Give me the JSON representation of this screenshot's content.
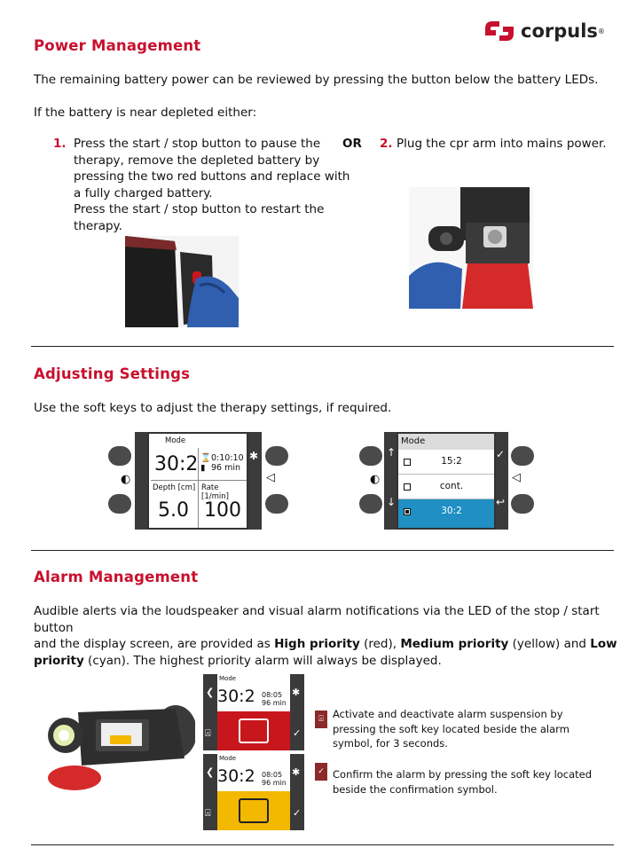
{
  "logo": {
    "text": "corpuls",
    "reg": "®"
  },
  "power": {
    "heading": "Power Management",
    "intro": "The remaining battery power can be reviewed by pressing the button below the battery LEDs.",
    "condition": "If the battery is near depleted either:",
    "step1_num": "1.",
    "step1_lines": [
      "Press the start / stop button to pause the",
      "therapy, remove the depleted battery by",
      "pressing the two red buttons and replace with",
      "a fully charged battery.",
      "Press the start / stop button to restart the therapy."
    ],
    "or": "OR",
    "step2_num": "2.",
    "step2": "Plug the cpr arm into mains power."
  },
  "settings": {
    "heading": "Adjusting Settings",
    "intro": "Use the soft keys to adjust the therapy settings, if required.",
    "screen1": {
      "mode_label": "Mode",
      "mode_value": "30:2",
      "timer": "0:10:10",
      "battery": "96 min",
      "depth_label": "Depth [cm]",
      "depth_value": "5.0",
      "rate_label": "Rate [1/min]",
      "rate_value": "100"
    },
    "screen2": {
      "title": "Mode",
      "options": [
        "15:2",
        "cont.",
        "30:2"
      ]
    }
  },
  "alarm": {
    "heading": "Alarm Management",
    "intro_lines": [
      [
        "Audible alerts via the loudspeaker and visual alarm notifications via the LED of the stop / start button"
      ],
      [
        "and the display screen, are provided as ",
        "High priority",
        " (red), ",
        "Medium priority",
        " (yellow) and ",
        "Low"
      ],
      [
        "priority",
        " (cyan). The highest priority alarm will always be displayed."
      ]
    ],
    "card": {
      "mode_label": "Mode",
      "mode_value": "30:2",
      "timer": "08:05",
      "battery": "96 min"
    },
    "callout1": [
      "Activate and deactivate alarm suspension by",
      "pressing the soft key located beside the alarm",
      "symbol, for 3 seconds."
    ],
    "callout2": [
      "Confirm the alarm by pressing the soft key located",
      "beside the confirmation symbol."
    ]
  },
  "colors": {
    "accent": "#c8102e",
    "highlight": "#1f8fc4",
    "alarm_red": "#c8161d",
    "alarm_yellow": "#f3b800"
  }
}
